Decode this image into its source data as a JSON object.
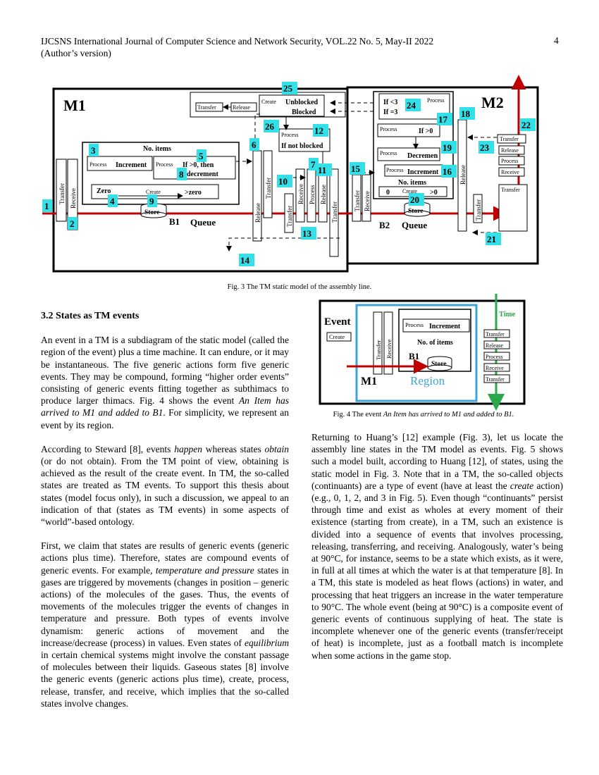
{
  "header": {
    "line1": "IJCSNS International Journal of Computer Science and Network Security, VOL.22 No. 5, May-II 2022",
    "line2": "(Author’s version)",
    "page_number": "4"
  },
  "figure3": {
    "caption": "Fig. 3 The TM static model of the assembly line.",
    "labels": {
      "m1": "M1",
      "m2": "M2",
      "b1": "B1",
      "b2": "B2",
      "queue": "Queue",
      "store": "Store",
      "transfer": "Transfer",
      "receive": "Receive",
      "release": "Release",
      "process": "Process",
      "create": "Create",
      "no_items": "No. items",
      "increment": "Increment",
      "if_gt0_then": "If >0, then",
      "decrement": "decrement",
      "zero": "Zero",
      "gt_zero": ">zero",
      "unblocked": "Unblocked",
      "blocked": "Blocked",
      "if_not_blocked": "If not blocked",
      "if_lt3": "If <3",
      "if_eq3": "If =3",
      "if_gt0": "If >0",
      "decremen": "Decremen",
      "zero_digit": "0",
      "gt0": ">0"
    },
    "numbers": [
      "1",
      "2",
      "3",
      "4",
      "5",
      "6",
      "7",
      "8",
      "9",
      "10",
      "11",
      "12",
      "13",
      "14",
      "15",
      "16",
      "17",
      "18",
      "19",
      "20",
      "21",
      "22",
      "23",
      "24",
      "25",
      "26"
    ]
  },
  "figure4": {
    "caption_prefix": "Fig. 4 The event ",
    "caption_italic": "An Item has arrived to M1 and added to B1.",
    "labels": {
      "event": "Event",
      "create": "Create",
      "time": "Time",
      "region": "Region",
      "m1": "M1",
      "b1": "B1",
      "process": "Process",
      "increment": "Increment",
      "no_of_items": "No. of items",
      "store": "Store",
      "transfer": "Transfer",
      "receive": "Receive",
      "release": "Release"
    }
  },
  "section": {
    "heading": "3.2 States as TM events"
  },
  "left_col": {
    "p1a": "An event in a TM is a subdiagram of the static model (called the region of the event) plus a time machine. It can endure, or it may be instantaneous. The five generic actions form five generic events. They may be compound, forming “higher order events” consisting of generic events fitting together as subthimacs to produce larger thimacs. Fig. 4 shows the event ",
    "p1i": "An Item has arrived to M1 and added to B1",
    "p1b": ". For simplicity, we represent an event by its region.",
    "p2a": "According to Steward [8], events ",
    "p2i1": "happen",
    "p2b": " whereas states ",
    "p2i2": "obtain",
    "p2c": " (or do not obtain). From the TM point of view, obtaining is achieved as the result of the create event. In TM, the so-called states are treated as TM events. To support this thesis about states (model focus only), in such a discussion, we appeal to an indication of that (states as TM events) in some aspects of “world”-based ontology.",
    "p3a": "First, we claim that states are results of generic events (generic actions plus time). Therefore, states are compound events of generic events. For example, ",
    "p3i1": "temperature and pressure",
    "p3b": " states in gases are triggered by movements (changes in position – generic actions) of the molecules of the gases. Thus, the events of movements of the molecules trigger the events of changes in temperature and pressure. Both types of events involve dynamism: generic actions of movement and the increase/decrease (process) in values. Even states of ",
    "p3i2": "equilibrium",
    "p3c": " in certain chemical systems might involve the constant passage of molecules between their liquids. Gaseous states [8] involve the generic events (generic actions plus time), create, process, release, transfer, and receive, which implies that the so-called states involve changes."
  },
  "right_col": {
    "p1a": "Returning to Huang’s [12] example (Fig. 3), let us locate the assembly line states in the TM model as events. Fig. 5 shows such a model built, according to Huang [12], of states, using the static model in Fig. 3. Note that in a TM, the so-called objects (continuants) are a type of event (have at least the ",
    "p1i": "create",
    "p1b": " action) (e.g., 0, 1, 2, and 3 in Fig. 5). Even though “continuants” persist through time and exist as wholes at every moment of their existence (starting from create), in a TM, such an existence is divided into a sequence of events that involves processing, releasing, transferring, and receiving. Analogously, water’s being at 90°C, for instance, seems to be a state which exists, as it were, in full at all times at which the water is at that temperature [8]. In a TM, this state is modeled as heat flows (actions) in water, and processing that heat triggers an increase in the water temperature to 90°C. The whole event (being at 90°C) is a composite event of generic events of continuous supplying of heat. The state is incomplete whenever one of the generic events (transfer/receipt of heat) is incomplete, just as a football match is incomplete when some actions in the game stop."
  },
  "colors": {
    "flow_red": "#c00000",
    "badge_cyan": "#33e0e8",
    "region_blue": "#3ea3d8",
    "time_green": "#2aa84a"
  }
}
